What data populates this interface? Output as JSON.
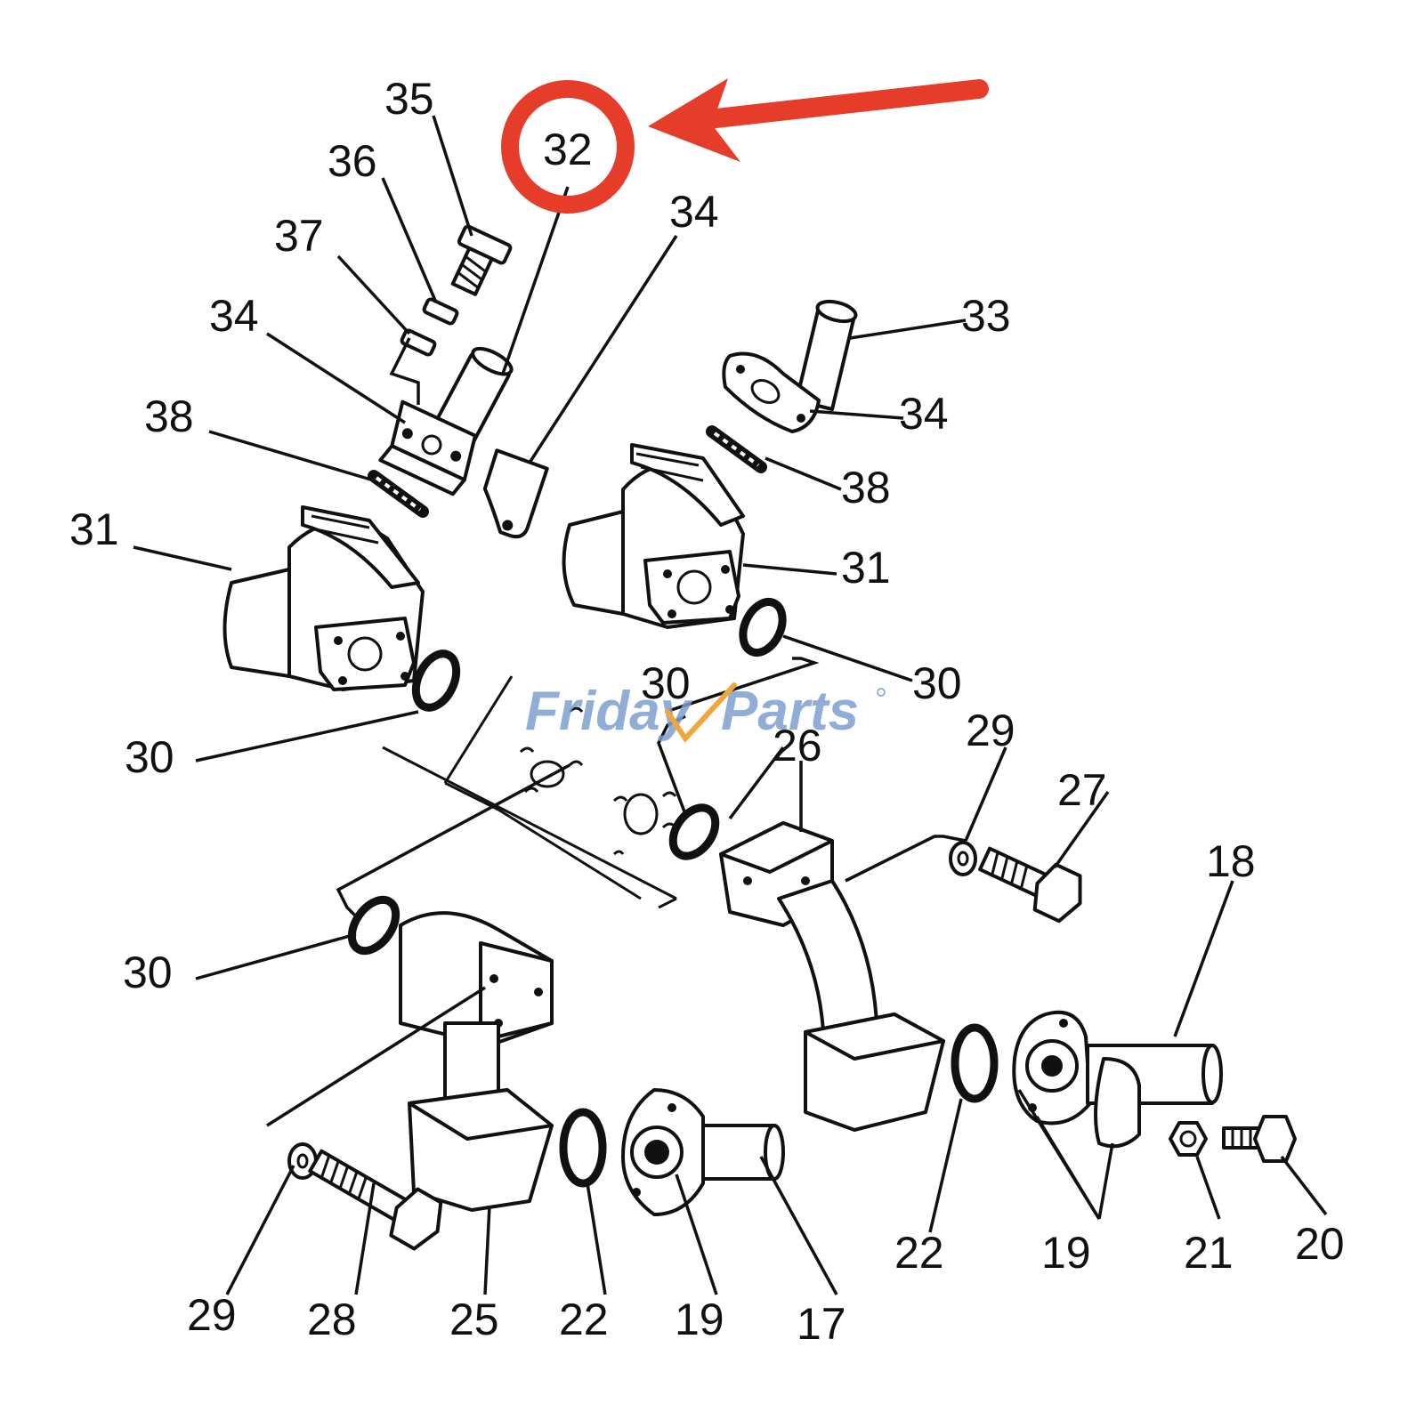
{
  "diagram": {
    "highlighted_part": "32",
    "highlight_color": "#e63d2b",
    "line_color": "#111111",
    "labels": {
      "l35": "35",
      "l32": "32",
      "l36": "36",
      "l37": "37",
      "l34a": "34",
      "l34b": "34",
      "l34c": "34",
      "l33": "33",
      "l38a": "38",
      "l38b": "38",
      "l31a": "31",
      "l31b": "31",
      "l30a": "30",
      "l30b": "30",
      "l30c": "30",
      "l30d": "30",
      "l29a": "29",
      "l29b": "29",
      "l27": "27",
      "l26": "26",
      "l18": "18",
      "l22a": "22",
      "l22b": "22",
      "l19a": "19",
      "l19b": "19",
      "l21": "21",
      "l20": "20",
      "l28": "28",
      "l25": "25",
      "l17": "17"
    },
    "watermark": {
      "text_a": "Friday",
      "text_b": "Parts",
      "color": "#7d9fce",
      "accent": "#f0a63c"
    }
  }
}
